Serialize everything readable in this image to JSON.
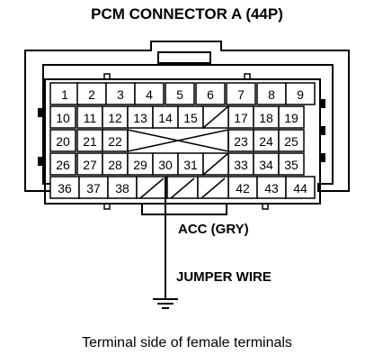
{
  "title": "PCM CONNECTOR A (44P)",
  "caption": "Terminal side of female terminals",
  "labels": {
    "acc": "ACC (GRY)",
    "jumper": "JUMPER WIRE"
  },
  "connector": {
    "rows": [
      [
        "1",
        "2",
        "3",
        "4",
        "5",
        "6",
        "7",
        "8",
        "9"
      ],
      [
        "10",
        "11",
        "12",
        "13",
        "14",
        "15",
        "",
        "17",
        "18",
        "19"
      ],
      [
        "20",
        "21",
        "22",
        "",
        "",
        "",
        "",
        "23",
        "24",
        "25"
      ],
      [
        "26",
        "27",
        "28",
        "29",
        "30",
        "31",
        "",
        "33",
        "34",
        "35"
      ],
      [
        "36",
        "37",
        "38",
        "",
        "",
        "",
        "42",
        "43",
        "44"
      ]
    ]
  }
}
